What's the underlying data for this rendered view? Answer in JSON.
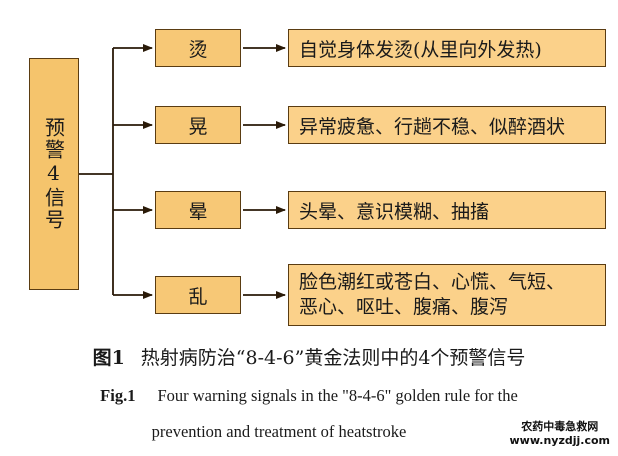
{
  "root": {
    "label": "预警4信号"
  },
  "signals": [
    {
      "label": "烫",
      "description": [
        "自觉身体发烫(从里向外发热)"
      ]
    },
    {
      "label": "晃",
      "description": [
        "异常疲惫、行趟不稳、似醉酒状"
      ]
    },
    {
      "label": "晕",
      "description": [
        "头晕、意识模糊、抽搐"
      ]
    },
    {
      "label": "乱",
      "description": [
        "脸色潮红或苍白、心慌、气短、",
        "恶心、呕吐、腹痛、腹泻"
      ]
    }
  ],
  "caption": {
    "cn_fig": "图1",
    "cn_text": "热射病防治“8-4-6”黄金法则中的4个预警信号",
    "en_fig": "Fig.1",
    "en_line1": "Four warning signals in the \"8-4-6\" golden rule for the",
    "en_line2": "prevention and treatment of heatstroke"
  },
  "watermark": {
    "line1": "农药中毒急救网",
    "line2": "www.nyzdjj.com"
  },
  "colors": {
    "box_fill": "#f7c876",
    "border": "#5a3c12",
    "line": "#2a1a08"
  }
}
